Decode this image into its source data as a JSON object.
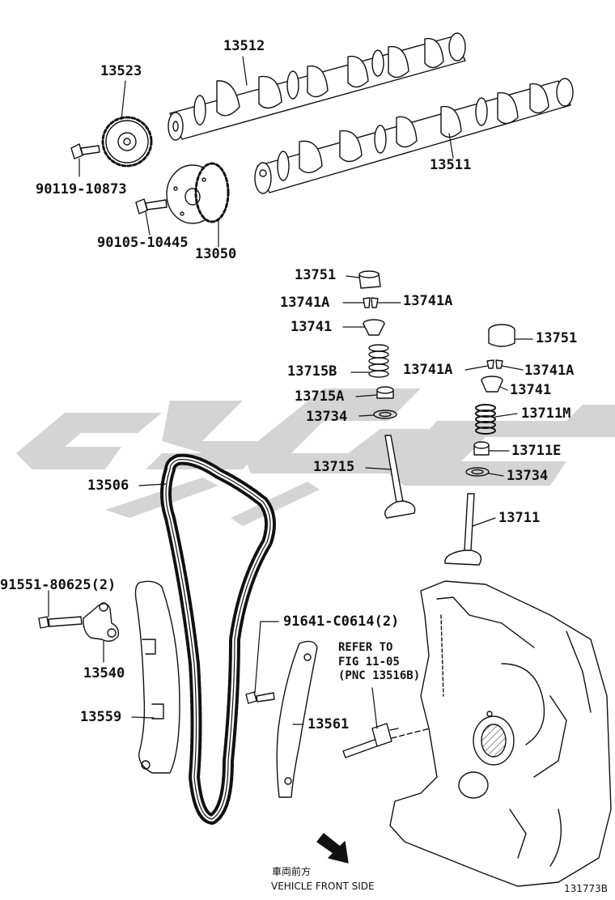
{
  "parts": {
    "p13512": "13512",
    "p13523": "13523",
    "p13511": "13511",
    "p90119": "90119-10873",
    "p90105": "90105-10445",
    "p13050": "13050",
    "p13751_left": "13751",
    "p13741A_l1": "13741A",
    "p13741A_l2": "13741A",
    "p13741_left": "13741",
    "p13715B": "13715B",
    "p13715A": "13715A",
    "p13734_left": "13734",
    "p13715": "13715",
    "p13751_right": "13751",
    "p13741A_r1": "13741A",
    "p13741A_r2": "13741A",
    "p13741_right": "13741",
    "p13711M": "13711M",
    "p13711E": "13711E",
    "p13734_right": "13734",
    "p13711": "13711",
    "p13506": "13506",
    "p91551": "91551-80625(2)",
    "p13540": "13540",
    "p13559": "13559",
    "p91641": "91641-C0614(2)",
    "p13561": "13561"
  },
  "refer": {
    "line1": "REFER TO",
    "line2": "FIG 11-05",
    "line3": "(PNC 13516B)"
  },
  "direction": {
    "jp": "車両前方",
    "en": "VEHICLE FRONT SIDE"
  },
  "figure_id": "131773B",
  "colors": {
    "ink": "#111111",
    "watermark": "#d2d2d2"
  }
}
